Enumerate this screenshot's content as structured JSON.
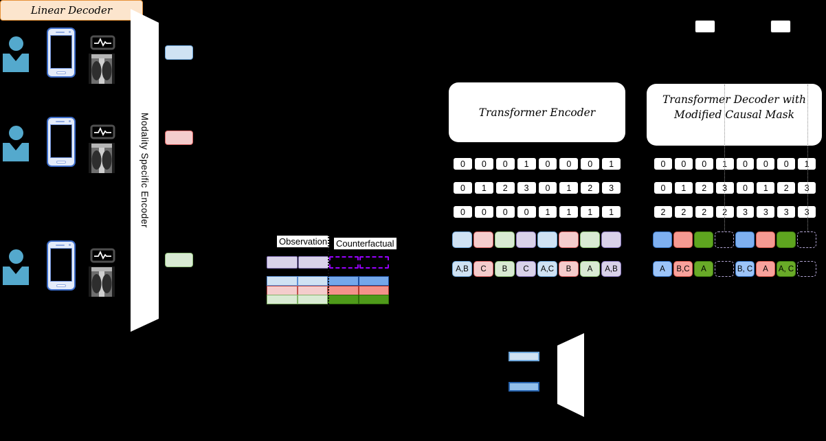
{
  "labels": {
    "modality_encoder": "Modality Specific Encoder",
    "observation": "Observation",
    "counterfactual": "Counterfactual",
    "encoder_title": "Transformer Encoder",
    "decoder_title_line1": "Transformer Decoder with",
    "decoder_title_line2": "Modified Causal Mask",
    "linear_decoder": "Linear Decoder"
  },
  "encoder": {
    "modality_flag_row": [
      "0",
      "0",
      "0",
      "1",
      "0",
      "0",
      "0",
      "1"
    ],
    "position_row": [
      "0",
      "1",
      "2",
      "3",
      "0",
      "1",
      "2",
      "3"
    ],
    "patient_row": [
      "0",
      "0",
      "0",
      "0",
      "1",
      "1",
      "1",
      "1"
    ],
    "token_labels": [
      "A,B",
      "C",
      "B",
      "C",
      "A,C",
      "B",
      "A",
      "A,B"
    ],
    "token_color_order": [
      "blue",
      "red",
      "green",
      "purple",
      "blue",
      "red",
      "green",
      "purple"
    ]
  },
  "decoder": {
    "modality_flag_row": [
      "0",
      "0",
      "0",
      "1",
      "0",
      "0",
      "0",
      "1"
    ],
    "position_row": [
      "0",
      "1",
      "2",
      "3",
      "0",
      "1",
      "2",
      "3"
    ],
    "patient_row": [
      "2",
      "2",
      "2",
      "2",
      "3",
      "3",
      "3",
      "3"
    ],
    "token_labels": [
      "A",
      "B,C",
      "A",
      "",
      "B, C",
      "A",
      "A, C",
      ""
    ],
    "token_color_order": [
      "blue",
      "salmon",
      "green",
      "dashed",
      "blue",
      "salmon",
      "green",
      "dashed"
    ]
  },
  "icons": [
    "person-icon",
    "smartphone-icon",
    "ecg-monitor-icon",
    "chest-xray-image"
  ],
  "patients": {
    "count": 3
  },
  "colors": {
    "background": "#000000",
    "person_blue": "#54A9CD",
    "pastel_blue": "#CFE2F3",
    "pastel_red": "#F4CCCC",
    "pastel_green": "#D9EAD3",
    "pastel_purple": "#D9D2E9",
    "saturated_blue": "#7EB0F0",
    "saturated_salmon": "#F59A92",
    "saturated_green": "#5EA51F",
    "dashed_purple_vivid": "#9900FF",
    "dashed_purple_light": "#B4A7D6",
    "linear_decoder_fill": "#FCE5CD",
    "linear_decoder_border": "#E69138"
  }
}
